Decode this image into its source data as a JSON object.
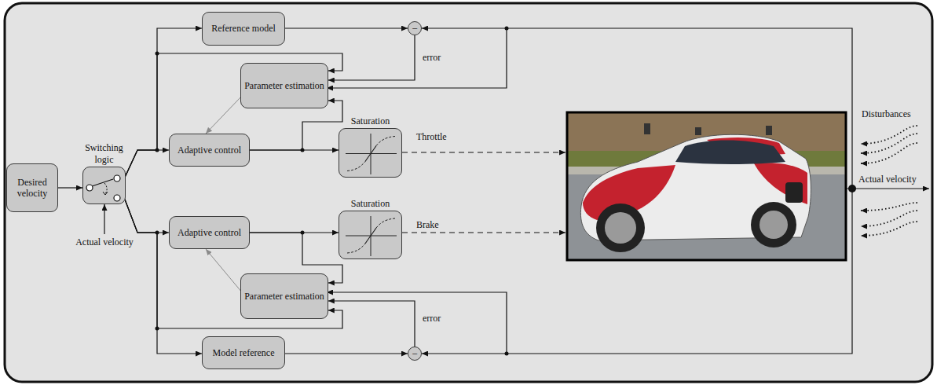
{
  "diagram": {
    "nodes": [
      {
        "text": [
          "Desired velocity"
        ]
      },
      {
        "text": [
          "Switching logic"
        ]
      },
      {
        "text": [
          "Reference model"
        ]
      },
      {
        "text": [
          "Parameter estimation"
        ]
      },
      {
        "text": [
          "Adaptive control"
        ]
      },
      {
        "text": [
          "Saturation"
        ]
      },
      {
        "text": [
          "Adaptive control"
        ]
      },
      {
        "text": [
          "Saturation"
        ]
      },
      {
        "text": [
          "Parameter estimation"
        ]
      },
      {
        "text": [
          "Model reference"
        ]
      },
      {
        "text": [
          "−"
        ]
      },
      {
        "text": [
          "−"
        ]
      }
    ],
    "edges": [
      {
        "from": 0,
        "to": 1,
        "arrow": "to"
      },
      {
        "from": 1,
        "to": 4,
        "arrow": "to"
      },
      {
        "from": 1,
        "to": 6,
        "arrow": "to"
      },
      {
        "from": 1,
        "to": 2,
        "arrow": "to"
      },
      {
        "from": 1,
        "to": 3,
        "arrow": "to"
      },
      {
        "from": 4,
        "to": 5,
        "arrow": "to"
      },
      {
        "from": 4,
        "to": 3,
        "arrow": "to"
      },
      {
        "from": 2,
        "to": 10,
        "arrow": "to"
      },
      {
        "from": 10,
        "to": 3,
        "label": "error",
        "arrow": "to"
      },
      {
        "from": 6,
        "to": 7,
        "arrow": "to"
      },
      {
        "from": 6,
        "to": 8,
        "arrow": "to"
      },
      {
        "from": 1,
        "to": 8,
        "arrow": "to"
      },
      {
        "from": 1,
        "to": 9,
        "arrow": "to"
      },
      {
        "from": 9,
        "to": 11,
        "arrow": "to"
      },
      {
        "from": 11,
        "to": 8,
        "label": "error",
        "arrow": "to"
      },
      {
        "from": 3,
        "to": 4,
        "arrow": "to"
      },
      {
        "from": 8,
        "to": 6,
        "arrow": "to"
      }
    ],
    "labels": [
      "Throttle",
      "Brake",
      "Actual velocity",
      "Actual velocity",
      "Disturbances"
    ]
  }
}
